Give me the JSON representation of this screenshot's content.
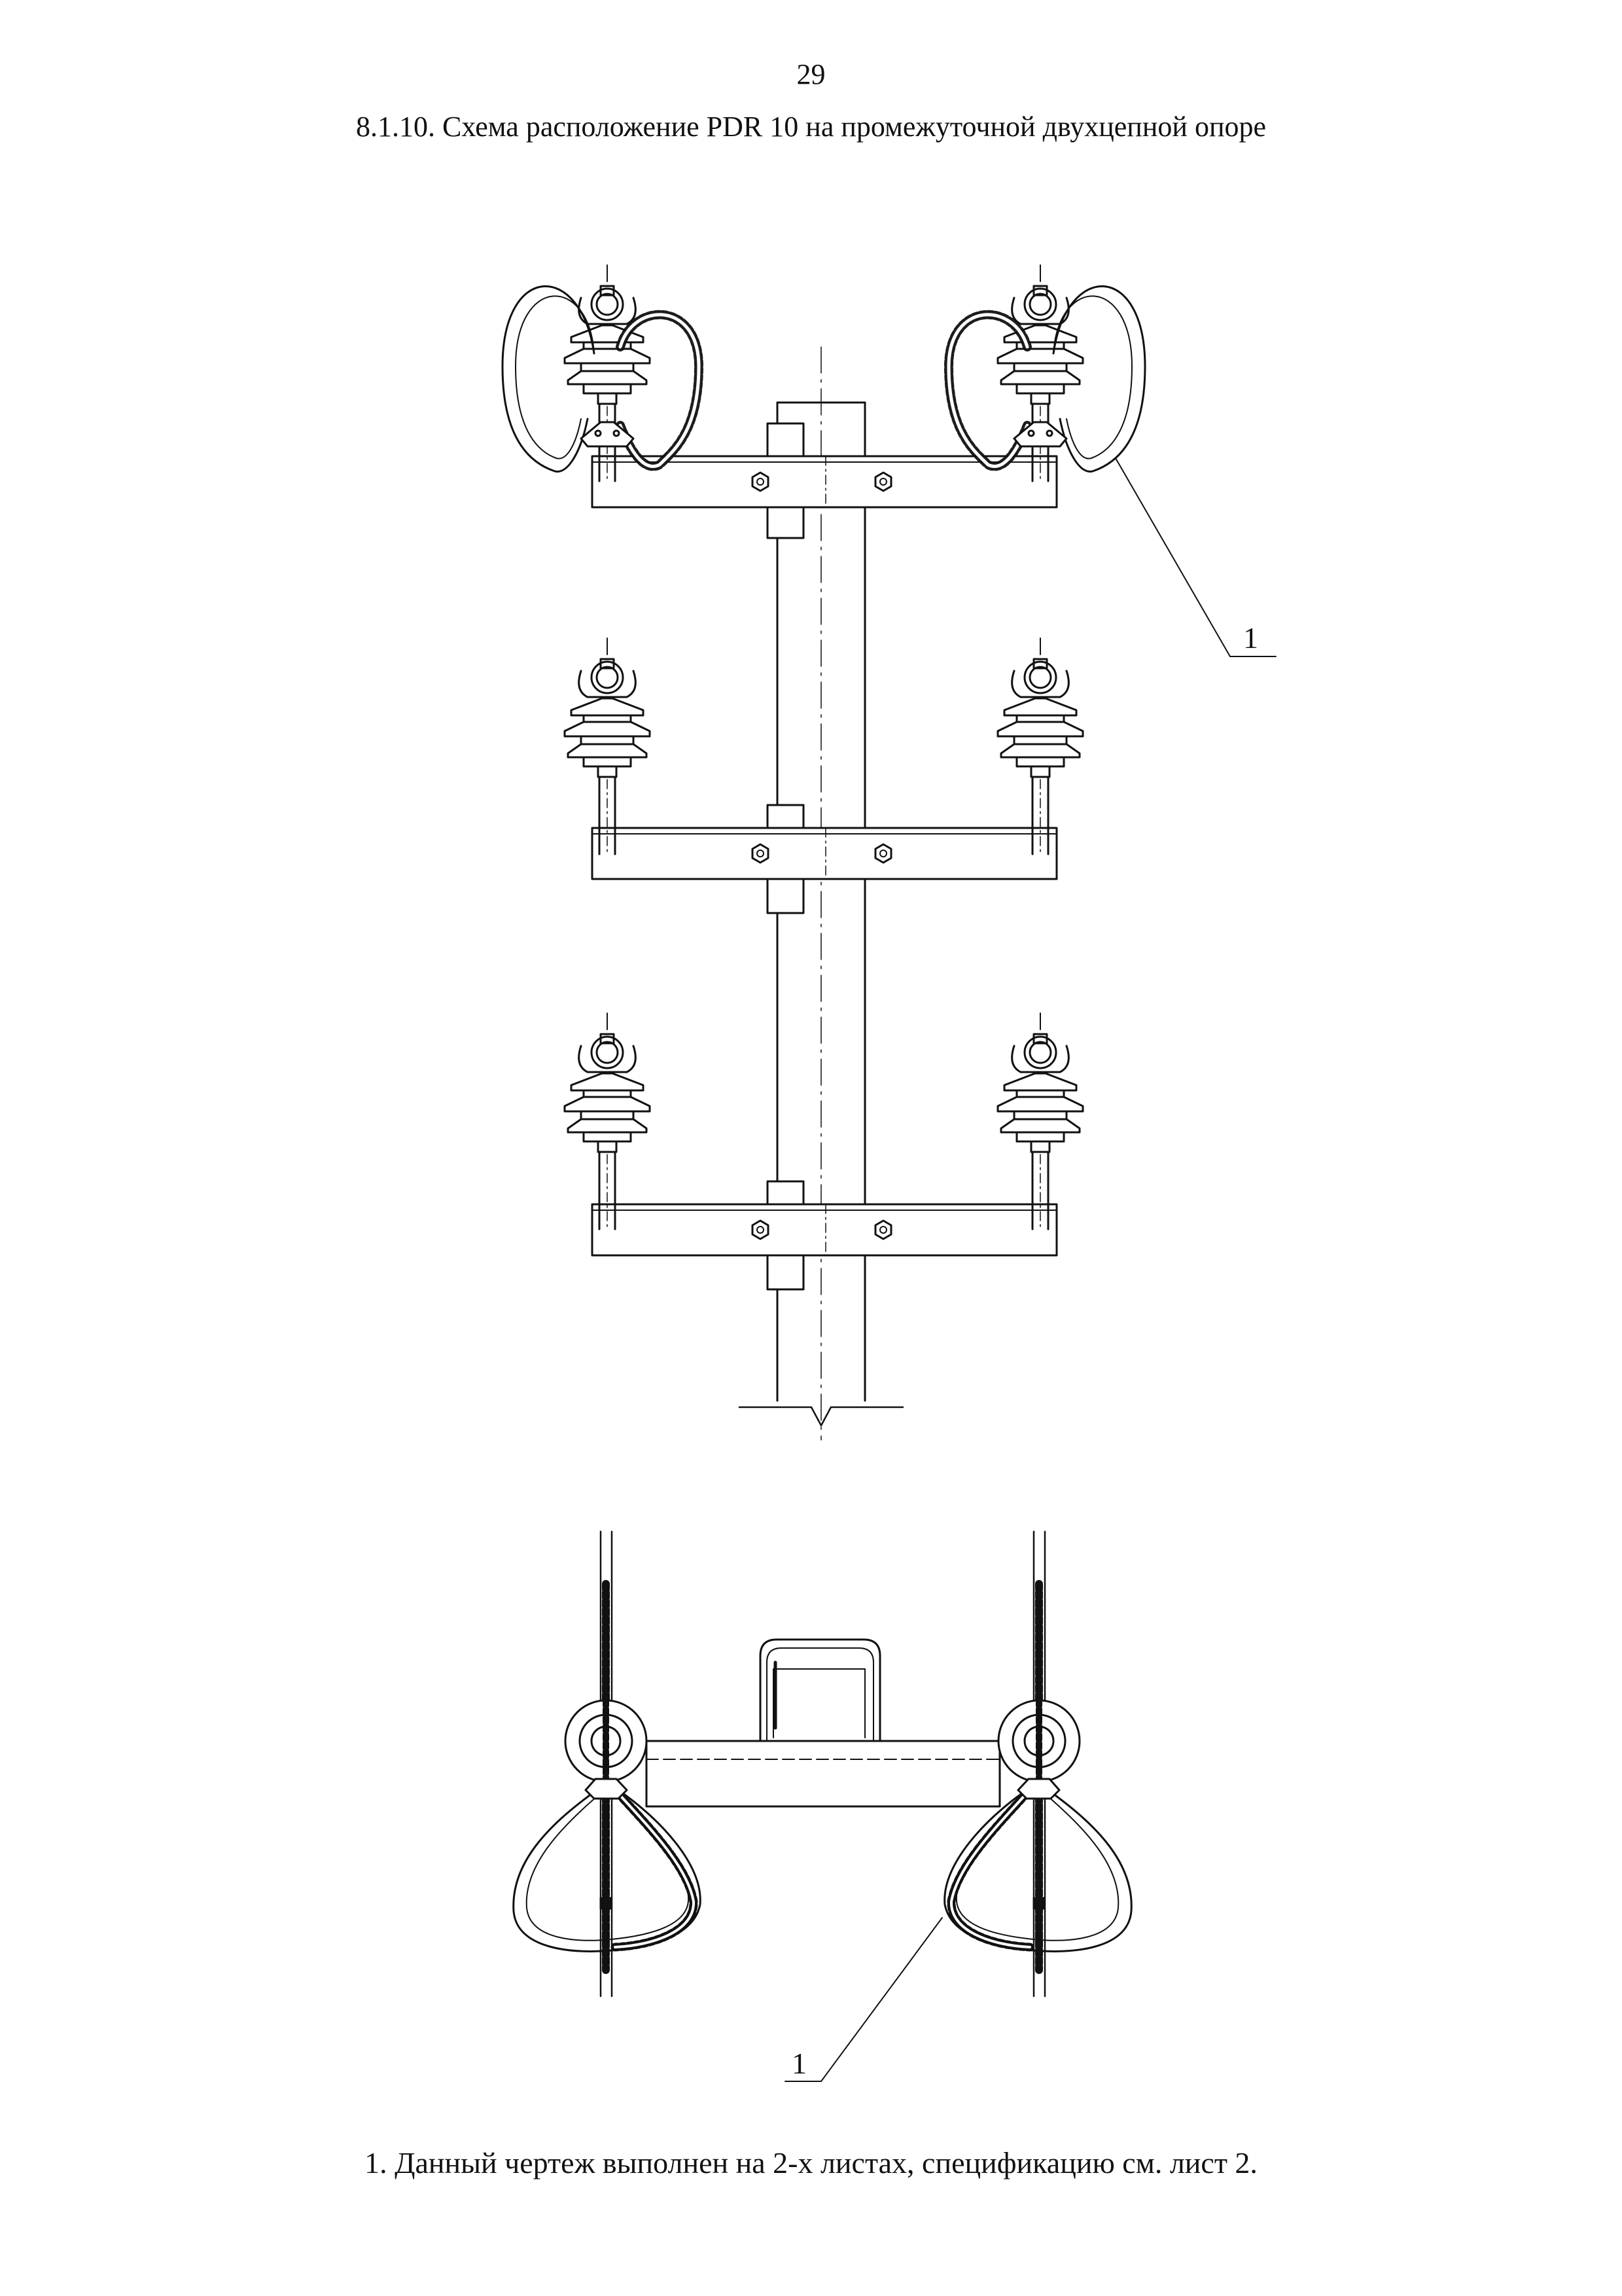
{
  "page": {
    "number": "29"
  },
  "title": "8.1.10. Схема расположение PDR 10 на промежуточной двухцепной опоре",
  "callouts": {
    "elevation": "1",
    "plan": "1"
  },
  "note": "1. Данный чертеж выполнен на 2-х листах, спецификацию см. лист 2.",
  "colors": {
    "ink": "#111111",
    "background": "#ffffff"
  }
}
